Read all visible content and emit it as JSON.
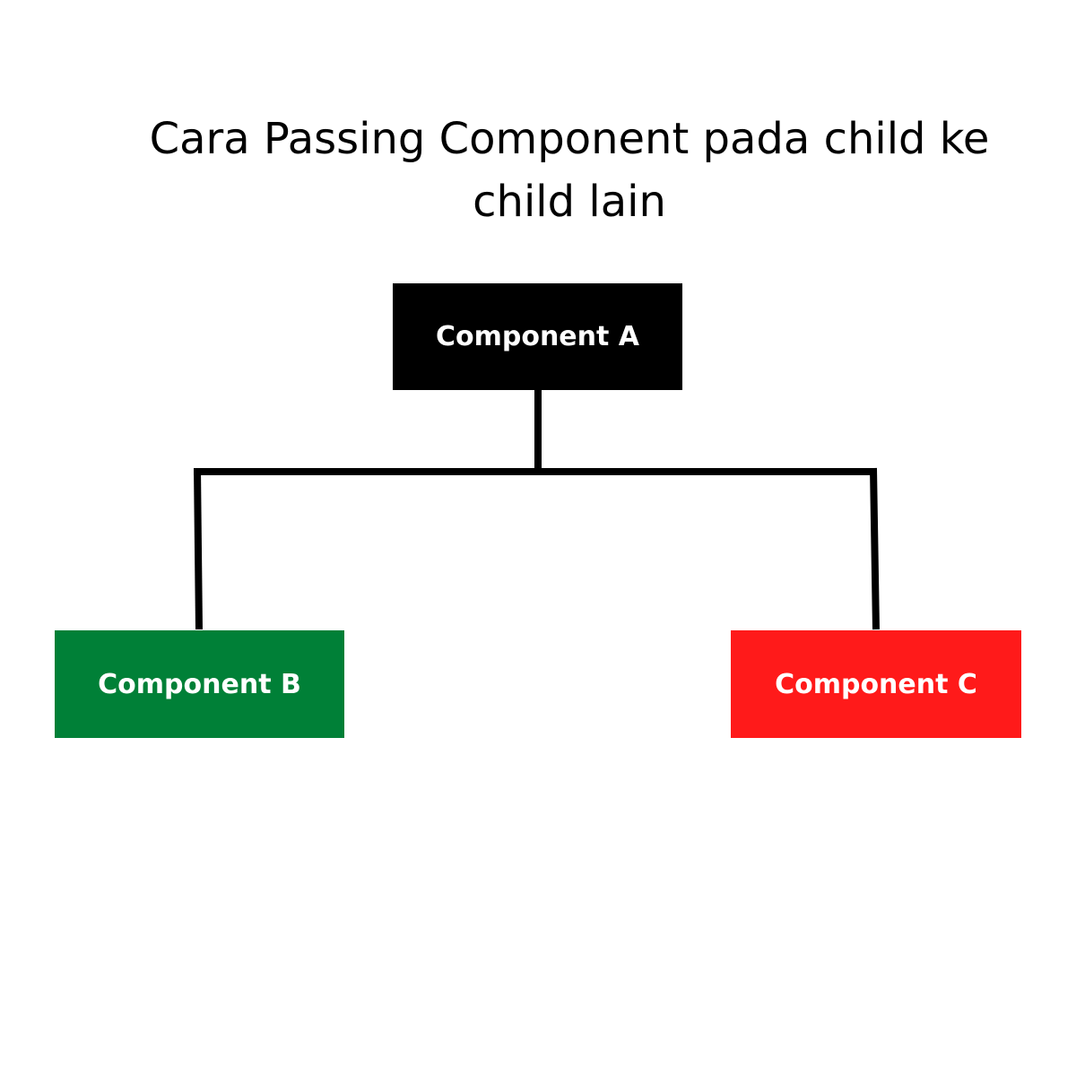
{
  "title": {
    "line1": "Cara Passing Component pada child ke",
    "line2": "child lain"
  },
  "nodes": {
    "a": {
      "label": "Component A",
      "color": "#000000"
    },
    "b": {
      "label": "Component B",
      "color": "#008037"
    },
    "c": {
      "label": "Component C",
      "color": "#ff1a1a"
    }
  },
  "connector_color": "#000000"
}
